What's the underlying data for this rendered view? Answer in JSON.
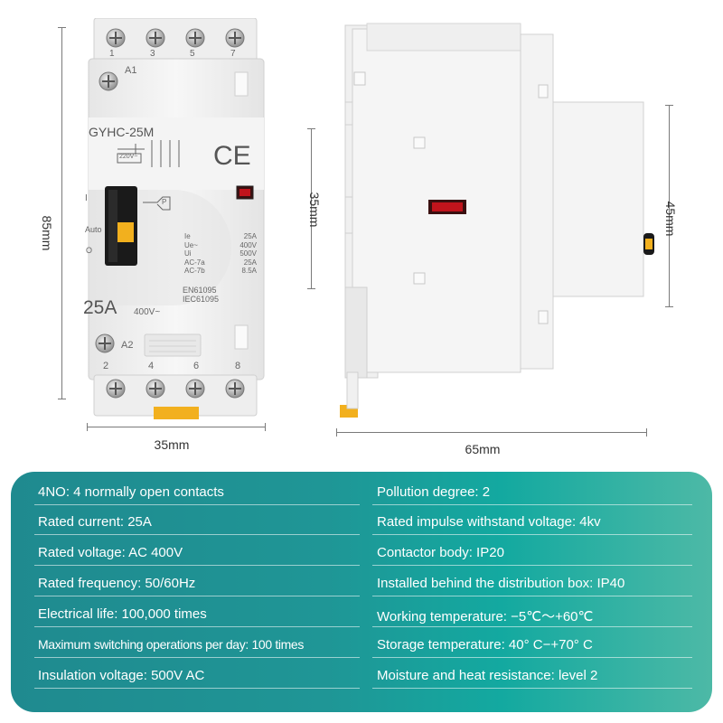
{
  "product_image": {
    "model": "GYHC-25M",
    "terminal_top_labels": [
      "1",
      "3",
      "5",
      "7"
    ],
    "terminal_bottom_labels": [
      "2",
      "4",
      "6",
      "8"
    ],
    "a1_label": "A1",
    "a2_label": "A2",
    "ce_mark": "CE",
    "coil_label": "220V~",
    "switch_label_i": "I",
    "switch_label_auto": "Auto",
    "switch_label_o": "O",
    "p_label": "P",
    "ratings_keys": [
      "Ie",
      "Ue~",
      "Ui",
      "AC-7a",
      "AC-7b"
    ],
    "ratings_values": [
      "25A",
      "400V",
      "500V",
      "25A",
      "8.5A"
    ],
    "standards": [
      "EN61095",
      "IEC61095"
    ],
    "big_current": "25A",
    "big_voltage": "400V~"
  },
  "dimensions": {
    "height_front": "85mm",
    "width_front": "35mm",
    "side_height_small": "35mm",
    "side_height_large": "45mm",
    "side_width": "65mm"
  },
  "specs": {
    "left": [
      "4NO: 4 normally open contacts",
      "Rated current: 25A",
      "Rated voltage: AC 400V",
      "Rated frequency: 50/60Hz",
      "Electrical life: 100,000 times",
      "Maximum switching operations per day: 100 times",
      "Insulation voltage: 500V AC"
    ],
    "right": [
      "Pollution degree: 2",
      "Rated impulse withstand voltage: 4kv",
      "Contactor body: IP20",
      "Installed behind the distribution box: IP40",
      "Working temperature: −5℃～+60℃",
      "Storage temperature: 40° C−+70° C",
      "Moisture and heat resistance: level 2"
    ]
  },
  "colors": {
    "panel_teal": "#1f9696",
    "device_white": "#f2f2f2",
    "handle_black": "#1a1a1a",
    "indicator_red": "#c0141c",
    "clip_yellow": "#f2b01e"
  }
}
